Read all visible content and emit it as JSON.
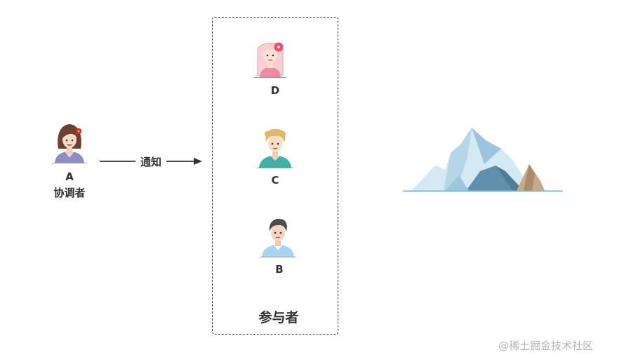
{
  "coordinator": {
    "letter": "A",
    "role": "协调者"
  },
  "arrow": {
    "label": "通知"
  },
  "participants": {
    "group_label": "参与者",
    "d_letter": "D",
    "c_letter": "C",
    "b_letter": "B"
  },
  "watermark": {
    "text": "@稀土掘金技术社区"
  },
  "colors": {
    "line": "#333333",
    "iceberg_light": "#cfe6f1",
    "iceberg_mid": "#9cc6dc",
    "iceberg_dark": "#5f8fac",
    "rock": "#c8aa86"
  }
}
